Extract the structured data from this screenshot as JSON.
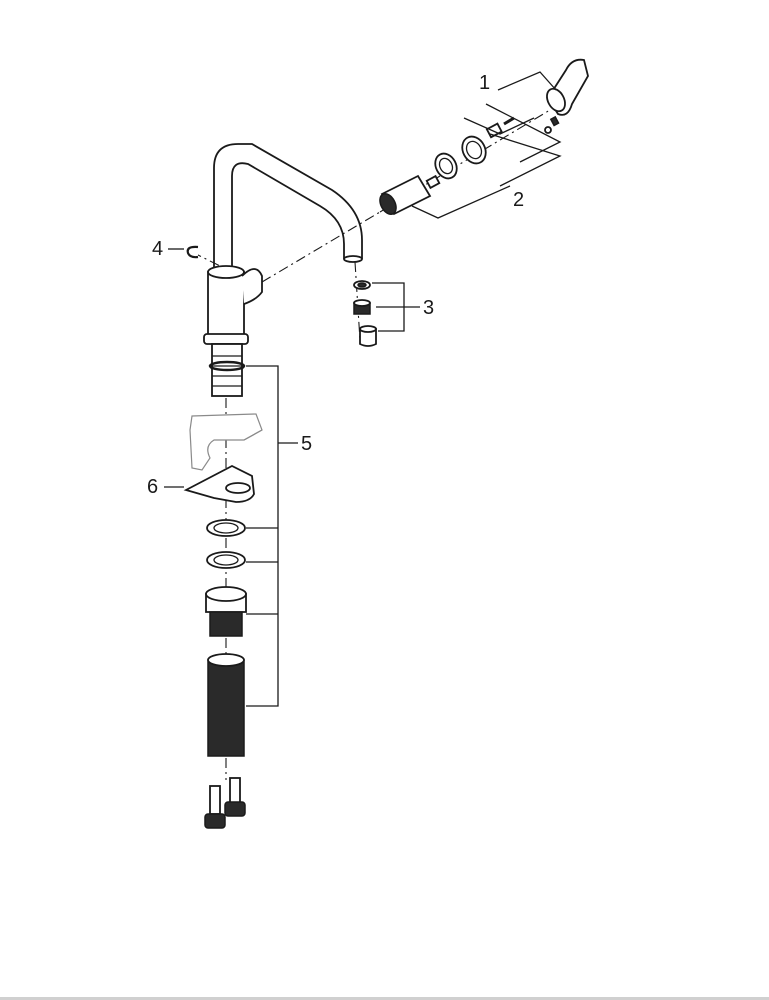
{
  "diagram": {
    "type": "exploded-parts-drawing",
    "subject": "single-lever kitchen faucet with swivel spout",
    "line_color": "#1a1a1a",
    "background": "#ffffff",
    "callouts": [
      {
        "id": "1",
        "label": "1",
        "target": "lever handle, set screw and cap"
      },
      {
        "id": "2",
        "label": "2",
        "target": "cartridge, rings and spindle adapter"
      },
      {
        "id": "3",
        "label": "3",
        "target": "aerator seal, insert and housing"
      },
      {
        "id": "4",
        "label": "4",
        "target": "retaining clip"
      },
      {
        "id": "5",
        "label": "5",
        "target": "mounting set: threaded shank, washers, nut, sleeve"
      },
      {
        "id": "6",
        "label": "6",
        "target": "stabilizing plate"
      }
    ]
  }
}
